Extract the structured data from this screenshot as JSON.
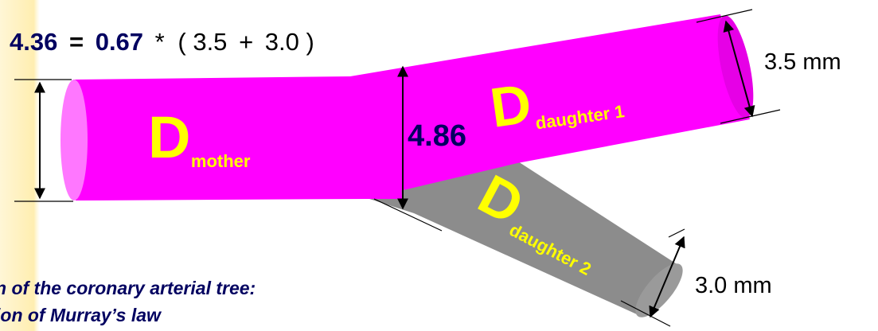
{
  "equation": {
    "result": "4.36",
    "equals": "=",
    "coefficient": "0.67",
    "times": "*",
    "open": "(",
    "d1": "3.5",
    "plus": "+",
    "d2": "3.0",
    "close": ")"
  },
  "labels": {
    "mother_D": "D",
    "mother_sub": "mother",
    "d1_D": "D",
    "d1_sub": "daughter 1",
    "d2_D": "D",
    "d2_sub": "daughter 2",
    "junction_value": "4.86",
    "d1_dimension": "3.5 mm",
    "d2_dimension": "3.0 mm"
  },
  "caption": {
    "line1": "n of the coronary arterial tree:",
    "line2": "ion of Murray’s law"
  },
  "colors": {
    "mother_vessel": "#ff00ff",
    "daughter1_vessel": "#ff00ff",
    "daughter2_vessel": "#8c8c8c",
    "label_text": "#ffff00",
    "caption_text": "#000060",
    "left_band": "#fff3c8"
  }
}
